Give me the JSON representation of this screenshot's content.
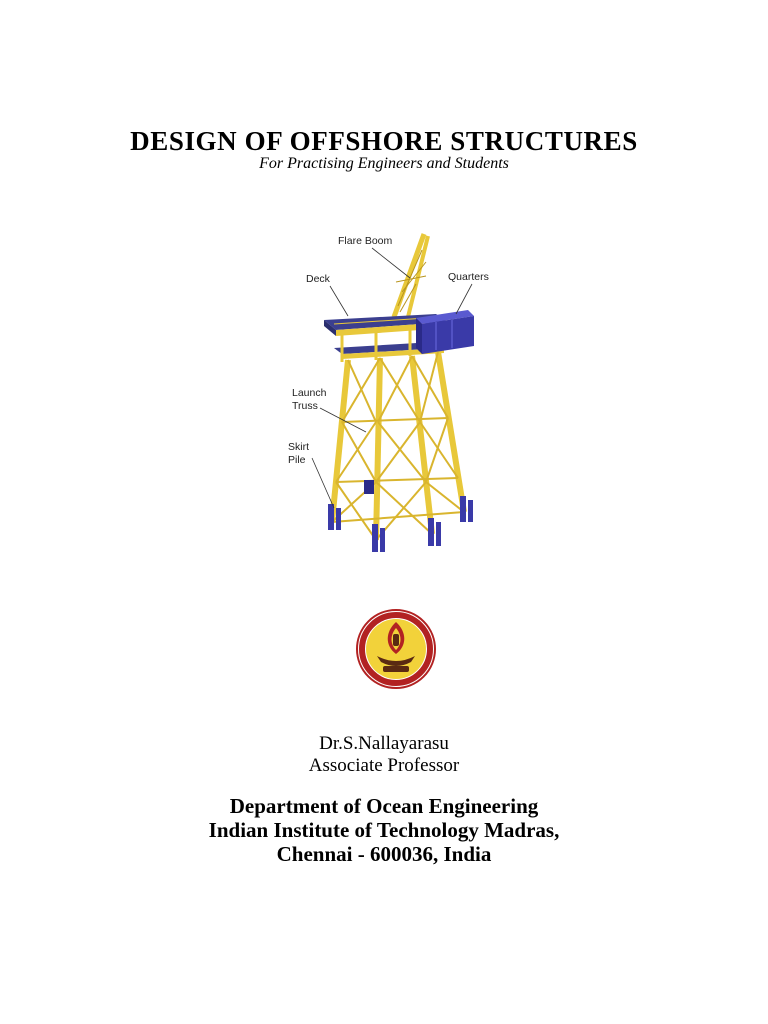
{
  "document": {
    "title": "DESIGN OF OFFSHORE STRUCTURES",
    "subtitle": "For Practising Engineers and Students"
  },
  "figure": {
    "labels": {
      "flare_boom": "Flare Boom",
      "deck": "Deck",
      "quarters": "Quarters",
      "launch": "Launch",
      "truss": "Truss",
      "skirt": "Skirt",
      "pile": "Pile"
    },
    "colors": {
      "jacket": "#e8c83a",
      "jacket_dark": "#b8951e",
      "module": "#3a3aa8",
      "deck": "#3b3f8f"
    }
  },
  "logo": {
    "colors": {
      "ring": "#b22222",
      "field": "#f2d23a",
      "center": "#5a2a12"
    }
  },
  "author": {
    "name": "Dr.S.Nallayarasu",
    "position": "Associate Professor"
  },
  "affiliation": {
    "department": "Department of Ocean Engineering",
    "institute": "Indian Institute of Technology Madras,",
    "address": "Chennai - 600036, India"
  }
}
